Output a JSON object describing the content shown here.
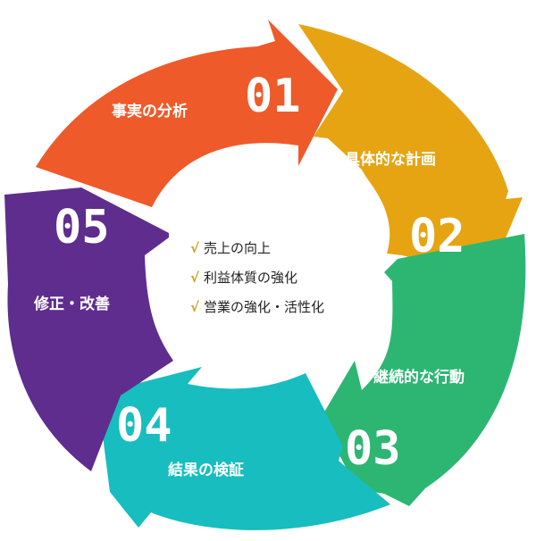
{
  "colors": {
    "step1": "#ef5a2a",
    "step2": "#e6a413",
    "step3": "#2cb672",
    "step4": "#17bdbf",
    "step5": "#5e2d8e",
    "check": "#c9a11a",
    "text": "#ffffff"
  },
  "steps": [
    {
      "number": "01",
      "label": "事実の分析"
    },
    {
      "number": "02",
      "label": "具体的な計画"
    },
    {
      "number": "03",
      "label": "継続的な行動"
    },
    {
      "number": "04",
      "label": "結果の検証"
    },
    {
      "number": "05",
      "label": "修正・改善"
    }
  ],
  "center": {
    "check_icon": "check-mark-icon",
    "items": [
      {
        "text": "売上の向上"
      },
      {
        "text": "利益体質の強化"
      },
      {
        "text": "営業の強化・活性化"
      }
    ]
  }
}
